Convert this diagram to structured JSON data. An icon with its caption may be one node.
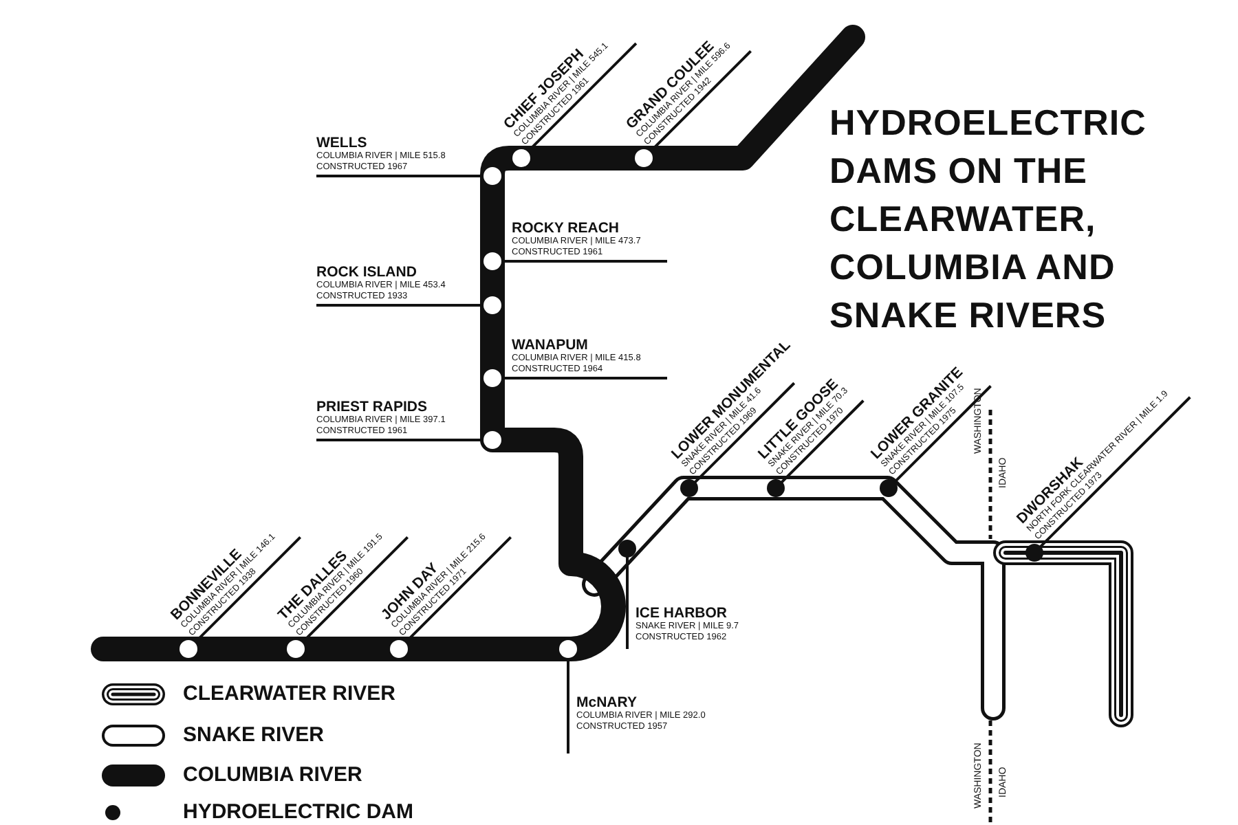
{
  "diagram": {
    "title": "HYDROELECTRIC DAMS ON THE CLEARWATER, COLUMBIA AND SNAKE RIVERS",
    "nodes": [
      {
        "text": [
          "CHIEF JOSEPH",
          "COLUMBIA RIVER | MILE 545.1",
          "CONSTRUCTED 1961"
        ]
      },
      {
        "text": [
          "GRAND COULEE",
          "COLUMBIA RIVER | MILE 596.6",
          "CONSTRUCTED 1942"
        ]
      },
      {
        "text": [
          "WELLS",
          "COLUMBIA RIVER | MILE 515.8",
          "CONSTRUCTED 1967"
        ]
      },
      {
        "text": [
          "ROCKY REACH",
          "COLUMBIA RIVER | MILE 473.7",
          "CONSTRUCTED 1961"
        ]
      },
      {
        "text": [
          "ROCK ISLAND",
          "COLUMBIA RIVER | MILE 453.4",
          "CONSTRUCTED 1933"
        ]
      },
      {
        "text": [
          "WANAPUM",
          "COLUMBIA RIVER | MILE 415.8",
          "CONSTRUCTED 1964"
        ]
      },
      {
        "text": [
          "PRIEST RAPIDS",
          "COLUMBIA RIVER | MILE 397.1",
          "CONSTRUCTED 1961"
        ]
      },
      {
        "text": [
          "LOWER MONUMENTAL",
          "SNAKE RIVER | MILE 41.6",
          "CONSTRUCTED 1969"
        ]
      },
      {
        "text": [
          "LITTLE GOOSE",
          "SNAKE RIVER | MILE 70.3",
          "CONSTRUCTED 1970"
        ]
      },
      {
        "text": [
          "LOWER GRANITE",
          "SNAKE RIVER | MILE 107.5",
          "CONSTRUCTED 1975"
        ]
      },
      {
        "text": [
          "DWORSHAK",
          "NORTH FORK CLEARWATER RIVER | MILE 1.9",
          "CONSTRUCTED 1973"
        ]
      },
      {
        "text": [
          "BONNEVILLE",
          "COLUMBIA RIVER | MILE 146.1",
          "CONSTRUCTED 1938"
        ]
      },
      {
        "text": [
          "THE DALLES",
          "COLUMBIA RIVER | MILE 191.5",
          "CONSTRUCTED 1960"
        ]
      },
      {
        "text": [
          "JOHN DAY",
          "COLUMBIA RIVER | MILE 215.6",
          "CONSTRUCTED 1971"
        ]
      },
      {
        "text": [
          "ICE HARBOR",
          "SNAKE RIVER | MILE 9.7",
          "CONSTRUCTED 1962"
        ]
      },
      {
        "text": [
          "McNARY",
          "COLUMBIA RIVER | MILE 292.0",
          "CONSTRUCTED 1957"
        ]
      },
      {
        "text": [],
        "shape": "circle"
      },
      {
        "text": [],
        "shape": "circle"
      },
      {
        "text": [],
        "shape": "circle"
      },
      {
        "text": [],
        "shape": "circle"
      },
      {
        "text": [],
        "shape": "circle"
      },
      {
        "text": [],
        "shape": "circle"
      },
      {
        "text": [],
        "shape": "circle"
      },
      {
        "text": [],
        "shape": "circle"
      },
      {
        "text": [],
        "shape": "circle"
      },
      {
        "text": [],
        "shape": "circle"
      },
      {
        "text": [],
        "shape": "circle"
      },
      {
        "text": [],
        "shape": "circle"
      },
      {
        "text": [],
        "shape": "circle"
      },
      {
        "text": [],
        "shape": "circle"
      },
      {
        "text": [],
        "shape": "circle"
      },
      {
        "text": [],
        "shape": "circle"
      }
    ],
    "edges": [
      {
        "from": 0,
        "to": 16,
        "arrow": "none"
      },
      {
        "from": 1,
        "to": 17,
        "arrow": "none"
      },
      {
        "from": 2,
        "to": 18,
        "arrow": "none"
      },
      {
        "from": 3,
        "to": 19,
        "arrow": "none"
      },
      {
        "from": 4,
        "to": 20,
        "arrow": "none"
      },
      {
        "from": 5,
        "to": 21,
        "arrow": "none"
      },
      {
        "from": 6,
        "to": 22,
        "arrow": "none"
      },
      {
        "from": 7,
        "to": 23,
        "arrow": "none"
      },
      {
        "from": 8,
        "to": 24,
        "arrow": "none"
      },
      {
        "from": 9,
        "to": 25,
        "arrow": "none"
      },
      {
        "from": 10,
        "to": 26,
        "arrow": "none"
      },
      {
        "from": 11,
        "to": 27,
        "arrow": "none"
      },
      {
        "from": 12,
        "to": 28,
        "arrow": "none"
      },
      {
        "from": 13,
        "to": 29,
        "arrow": "none"
      },
      {
        "from": 14,
        "to": 30,
        "arrow": "none"
      },
      {
        "from": 15,
        "to": 31,
        "arrow": "none"
      }
    ],
    "labels": [
      "WASHINGTON",
      "IDAHO",
      "WASHINGTON",
      "IDAHO"
    ],
    "legend": [
      {
        "text": "CLEARWATER RIVER"
      },
      {
        "text": "SNAKE RIVER"
      },
      {
        "text": "COLUMBIA RIVER"
      },
      {
        "text": "HYDROELECTRIC DAM"
      }
    ]
  }
}
